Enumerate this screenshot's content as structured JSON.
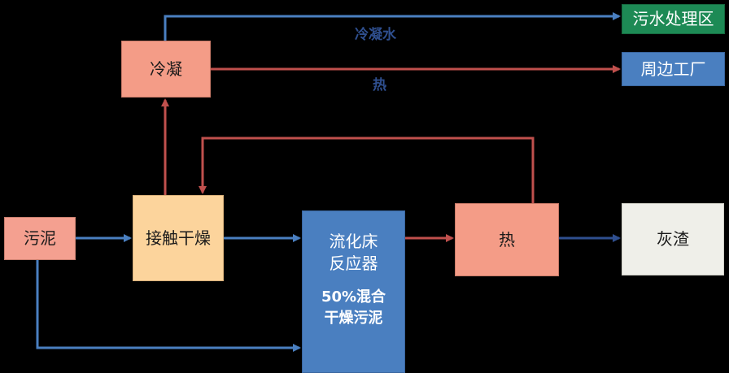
{
  "nodes": {
    "sludge": "污泥",
    "contact_drying": "接触干燥",
    "condensation": "冷凝",
    "reactor_line1": "流化床",
    "reactor_line2": "反应器",
    "reactor_note_line1": "50%混合",
    "reactor_note_line2": "干燥污泥",
    "heat": "热",
    "ash": "灰渣",
    "wastewater_plant": "污水处理区",
    "nearby_factory": "周边工厂"
  },
  "edge_labels": {
    "condensate_water": "冷凝水",
    "heat": "热"
  },
  "colors": {
    "blue_flow": "#4a7fc0",
    "red_flow": "#c0504d",
    "dark_flow": "#2f4f8f",
    "background": "#000000"
  }
}
